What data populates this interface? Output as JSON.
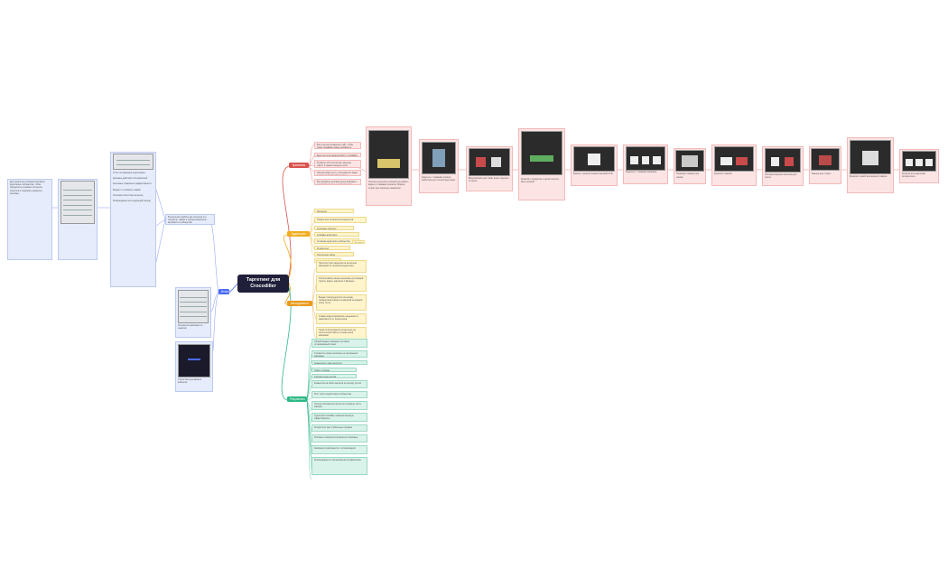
{
  "root": {
    "title": "Таргетинг для Crocodiller"
  },
  "branches": {
    "red": {
      "label": "Креативы",
      "color": "#d9534f"
    },
    "yellow": {
      "label": "Аудитории",
      "color": "#f0ad1e"
    },
    "orange": {
      "label": "Инструменты",
      "color": "#e89b1c"
    },
    "green": {
      "label": "Результаты",
      "color": "#2eb886"
    },
    "blue": {
      "label": "Итоги",
      "color": "#4a6cf7"
    }
  },
  "red_notes": [
    "Все в целом продвигать сайт, чтобы сразу создавать новые профили и сообщества, а с пользователями продолжить работу.",
    "Еще при этом начала работу с Lookalike аудиторией.",
    "В работе 170 постов был запущен таргет, 4 новые позиции и рост сообщества на 16% после кампании.",
    "Пролистывая ленту, пользователь видит несколько форматов рекламы.",
    "Все форматы рекламы были выбраны с учетом бюджета и целей кампании."
  ],
  "red_cards": [
    "Лучшие результаты показала реклама с видео и отзывами клиентов. Формат сторис дал хорошую конверсию.",
    "Карусель с товарами хорошо сработала для теплой аудитории.",
    "Видеоформат дал охват выше среднего по нише.",
    "Креатив с продуктом и ценой получил много кликов.",
    "Баннер с акцией показал высокий CTR.",
    "Карусель с товарами магазина.",
    "Подборка товаров для заказа.",
    "Креатив с акцией.",
    "Итоговый формат креатива для ленты.",
    "Баннер для сторис.",
    "Креатив с новой коллекцией товаров.",
    "Креатив для аудитории ретаргетинга."
  ],
  "yellow_notes": [
    "Интересы",
    "Подписчики сообществ конкурентов",
    "Ключевые запросы",
    "Lookalike аудитория",
    "Активная аудитория сообщества",
    "Ретаргетинг",
    "Посетители сайта",
    "Все аудитории"
  ],
  "yellow_side": "Тестовые",
  "orange_notes": [
    "Таргетинг был разделён на несколько кампаний по сегментам аудитории.",
    "Использовали разные креативы для каждой группы: видео, карусели и баннеры.",
    "Бюджет распределялся на основе показателей кликов и конверсий на каждом этапе теста.",
    "Ставки корректировались ежедневно в зависимости от результатов.",
    "Также использовался ретаргетинг на посетителей сайта в течение всей кампании."
  ],
  "green_notes": [
    "Общий бюджет кампании составил установленный лимит.",
    "Стоимость клика снизилась на протяжении кампании.",
    "Конверсия в заказ выросла.",
    "Охват и показы",
    "Средняя цена за клик",
    "Конверсия на сайте выросла за период тестов.",
    "Рост числа подписчиков сообщества.",
    "Лучшие объявления принесли основную часть заказов.",
    "Аудитория Lookalike показала высокую эффективность.",
    "Ретаргетинг дал стабильные продажи.",
    "Итоговые показатели превысили плановые.",
    "Кампания продолжается с оптимизацией.",
    "Рекомендации по дальнейшему продвижению."
  ],
  "blue_main": "В результате работы мы получили сто пятьдесят заявок и значительный рост активности сообщества.",
  "blue_img1_caption": "Результаты кампании по неделям",
  "blue_img2_caption": "Статистика рекламного кабинета",
  "blue_notes": [
    "Отчёт по кампании подготовлен",
    "Целевые действия пользователей",
    "Ключевые показатели эффективности",
    "Бюджет и стоимость заявки",
    "Итоговая статистика за месяц",
    "Рекомендации на следующий период"
  ],
  "blue_left": "Для начала мы проанализировали аудиторию сообщества, чтобы определить основные интересы клиентов и подобрать форматы рекламы."
}
